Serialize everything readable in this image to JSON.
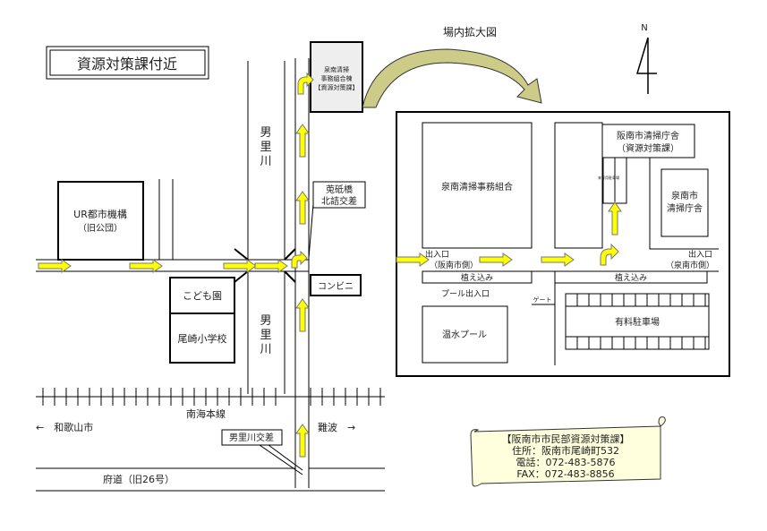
{
  "title": "資源対策課付近",
  "enlarged_label": "場内拡大図",
  "north": "N",
  "building_top": [
    "泉南清掃",
    "事務組合棟",
    "【資源対策課】"
  ],
  "river": "男里川",
  "ur": [
    "UR都市機構",
    "（旧公団）"
  ],
  "kodomoen": "こども園",
  "school": "尾崎小学校",
  "bridge_intersection": [
    "莵砥橋",
    "北詰交差"
  ],
  "konbini": "コンビニ",
  "railway": "南海本線",
  "wakayama": "←　和歌山市",
  "namba": "難波　→",
  "osato_intersection": "男里川交差",
  "fudo": "府道（旧26号）",
  "site": {
    "kumiai": "泉南清掃事務組合",
    "chosha": [
      "阪南市清掃庁舎",
      "（資源対策課）"
    ],
    "parking_small": "来客用駐車場",
    "sennan_chosha": [
      "泉南市",
      "清掃庁舎"
    ],
    "entrance_left": [
      "出入口",
      "（阪南市側）"
    ],
    "entrance_right": [
      "出入口",
      "（泉南市側）"
    ],
    "planting": "植え込み",
    "pool_entrance": "プール出入口",
    "gate": "ゲート",
    "pool": "温水プール",
    "paid_parking": "有料駐車場"
  },
  "contact": {
    "name": "【阪南市市民部資源対策課】",
    "address": "住所：阪南市尾崎町532",
    "tel": "電話：072-483-5876",
    "fax": "FAX：072-483-8856"
  },
  "colors": {
    "arrow": "#ffff00",
    "curve": "#cccc88",
    "scroll": "#ffffdd"
  }
}
